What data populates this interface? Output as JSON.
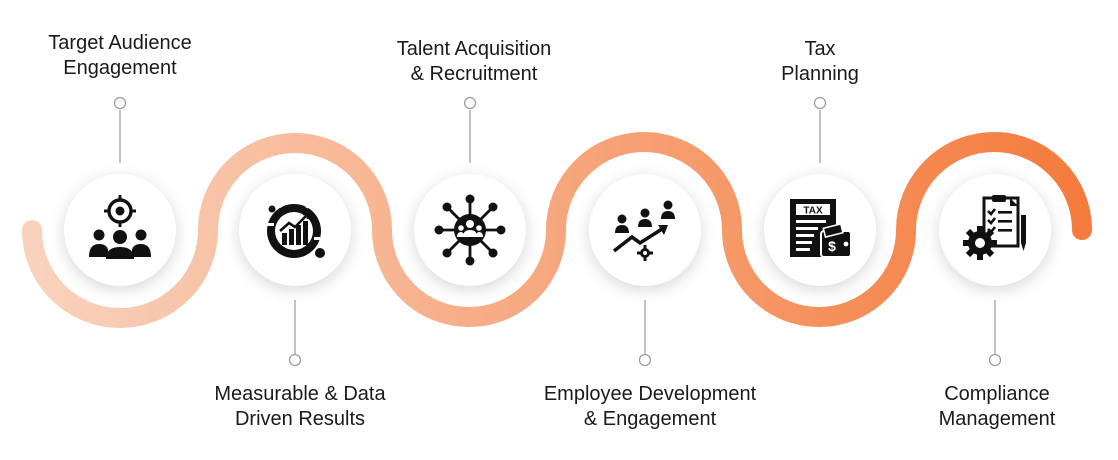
{
  "steps": [
    {
      "line1": "Target Audience",
      "line2": "Engagement",
      "icon": "target-audience-icon"
    },
    {
      "line1": "Measurable & Data",
      "line2": "Driven Results",
      "icon": "analytics-chart-icon"
    },
    {
      "line1": "Talent Acquisition",
      "line2": "& Recruitment",
      "icon": "talent-network-icon"
    },
    {
      "line1": "Employee Development",
      "line2": "& Engagement",
      "icon": "employee-growth-icon"
    },
    {
      "line1": "Tax",
      "line2": "Planning",
      "icon": "tax-document-icon"
    },
    {
      "line1": "Compliance",
      "line2": "Management",
      "icon": "compliance-checklist-icon"
    }
  ],
  "colors": {
    "wave_start": "#f9d2bd",
    "wave_end": "#f47b3c",
    "icon": "#111111",
    "text": "#1a1a1a",
    "connector": "#9a9a9a"
  }
}
